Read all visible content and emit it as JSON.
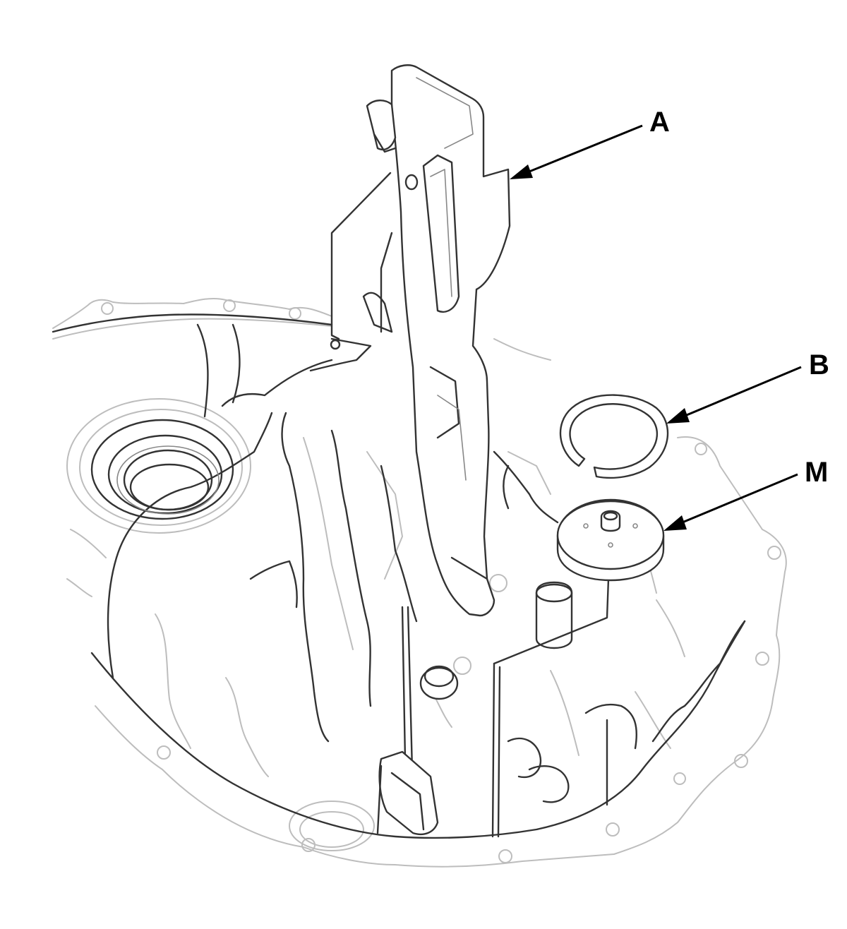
{
  "callouts": [
    {
      "id": "A",
      "label": "A"
    },
    {
      "id": "B",
      "label": "B"
    },
    {
      "id": "M",
      "label": "M"
    }
  ],
  "colors": {
    "line_dark": "#333333",
    "line_faint": "#bdbdbd",
    "leader": "#000000",
    "background": "#ffffff"
  }
}
